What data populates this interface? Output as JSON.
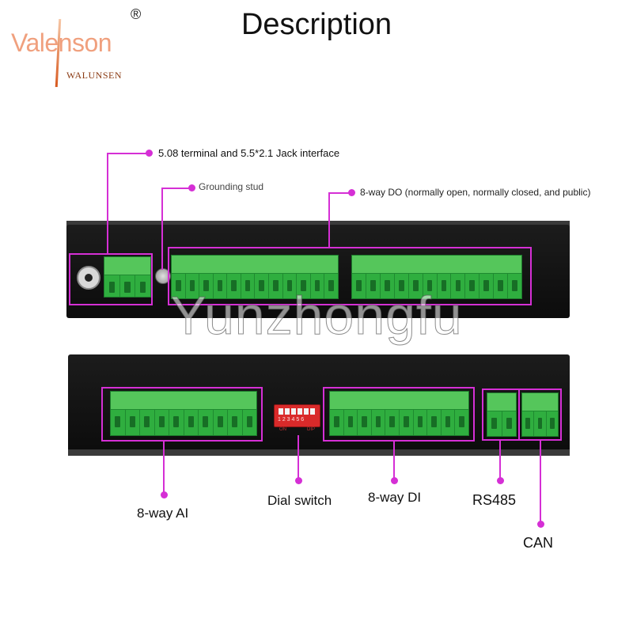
{
  "brand": {
    "name": "Valenson",
    "sub": "WALUNSEN",
    "registered": "®"
  },
  "title": "Description",
  "watermark": "Yunzhongfu",
  "top_panel": {
    "power_label": "5.08 terminal and 5.5*2.1 Jack interface",
    "ground_label": "Grounding stud",
    "do_label": "8-way DO (normally open, normally closed, and public)"
  },
  "bottom_panel": {
    "ai_label": "8-way AI",
    "dial_label": "Dial switch",
    "di_label": "8-way DI",
    "rs485_label": "RS485",
    "can_label": "CAN",
    "dip_numbers": "1 2 3 4 5 6",
    "dip_on": "ON",
    "dip_word": "DIP"
  },
  "colors": {
    "callout": "#d52fd5",
    "terminal_green": "#2fae3f",
    "housing": "#111111"
  }
}
